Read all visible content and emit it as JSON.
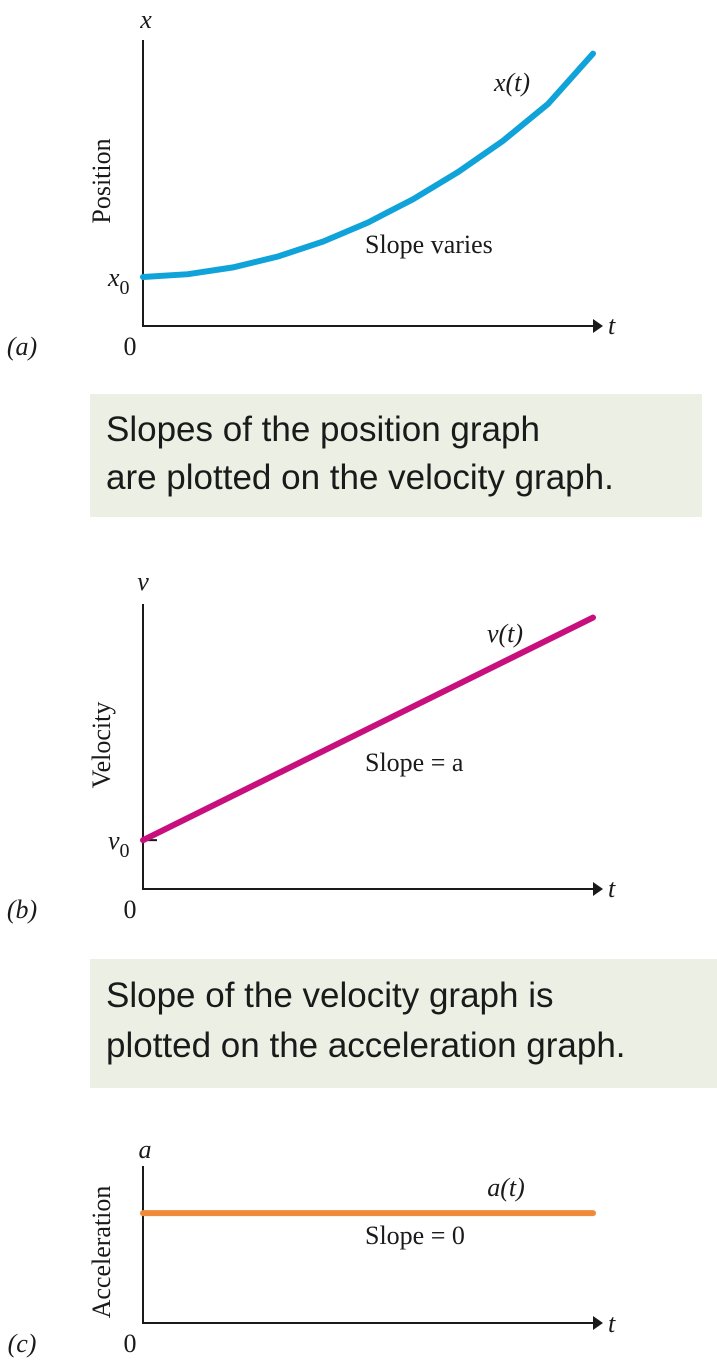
{
  "chart_data": [
    {
      "type": "line",
      "panel_label": "(a)",
      "ylabel": "Position",
      "y_axis_symbol": "x",
      "x_axis_symbol": "t",
      "origin_label": "0",
      "intercept_label": {
        "base": "x",
        "sub": "0"
      },
      "curve_label": "x(t)",
      "annotation": "Slope varies",
      "color": "#0fa3d9",
      "x": [
        0,
        0.1,
        0.2,
        0.3,
        0.4,
        0.5,
        0.6,
        0.7,
        0.8,
        0.9,
        1.0
      ],
      "y": [
        0.18,
        0.19,
        0.215,
        0.255,
        0.31,
        0.38,
        0.465,
        0.565,
        0.68,
        0.815,
        1.0
      ],
      "xlim": [
        0,
        1.05
      ],
      "ylim": [
        0,
        1.05
      ]
    },
    {
      "type": "line",
      "panel_label": "(b)",
      "ylabel": "Velocity",
      "y_axis_symbol": "v",
      "x_axis_symbol": "t",
      "origin_label": "0",
      "intercept_label": {
        "base": "v",
        "sub": "0"
      },
      "curve_label": "v(t)",
      "annotation": "Slope = a",
      "color": "#c80f7e",
      "x": [
        0,
        1.0
      ],
      "y": [
        0.18,
        1.0
      ],
      "xlim": [
        0,
        1.05
      ],
      "ylim": [
        0,
        1.05
      ]
    },
    {
      "type": "line",
      "panel_label": "(c)",
      "ylabel": "Acceleration",
      "y_axis_symbol": "a",
      "x_axis_symbol": "t",
      "origin_label": "0",
      "curve_label": "a(t)",
      "annotation": "Slope = 0",
      "color": "#f08a3a",
      "x": [
        0,
        1.0
      ],
      "y": [
        0.7,
        0.7
      ],
      "xlim": [
        0,
        1.05
      ],
      "ylim": [
        0,
        1.0
      ]
    }
  ],
  "callouts": [
    {
      "line1": "Slopes of the position graph",
      "line2": "are plotted on the velocity graph."
    },
    {
      "line1": "Slope of the velocity graph is",
      "line2": "plotted on the acceleration graph."
    }
  ]
}
